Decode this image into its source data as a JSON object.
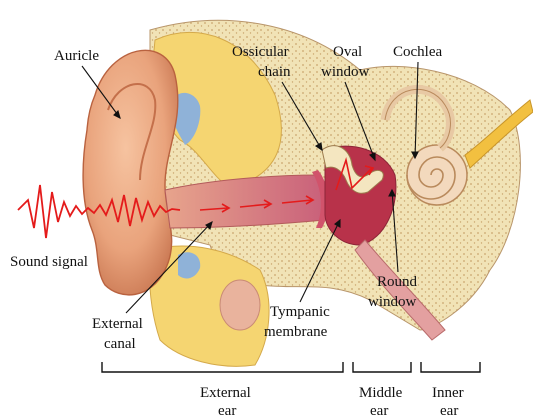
{
  "labels": {
    "auricle": "Auricle",
    "ossicular_chain": [
      "Ossicular",
      "chain"
    ],
    "oval_window": [
      "Oval",
      "window"
    ],
    "cochlea": "Cochlea",
    "sound_signal": "Sound signal",
    "round_window": [
      "Round",
      "window"
    ],
    "tympanic_membrane": [
      "Tympanic",
      "membrane"
    ],
    "external_canal": [
      "External",
      "canal"
    ]
  },
  "sections": {
    "external_ear": [
      "External",
      "ear"
    ],
    "middle_ear": [
      "Middle",
      "ear"
    ],
    "inner_ear": [
      "Inner",
      "ear"
    ]
  },
  "colors": {
    "skin": "#e9a37c",
    "skin_dark": "#c4704b",
    "bone": "#f1e3b6",
    "bone_dots": "#c9a56e",
    "fat": "#f5d571",
    "canal": "#d98e78",
    "tympanic": "#d1536b",
    "middle_cavity": "#b8324a",
    "cochlea": "#f3d9bd",
    "nerve": "#f2c040",
    "signal": "#e41b1b",
    "cartilage": "#8fb2d8"
  }
}
